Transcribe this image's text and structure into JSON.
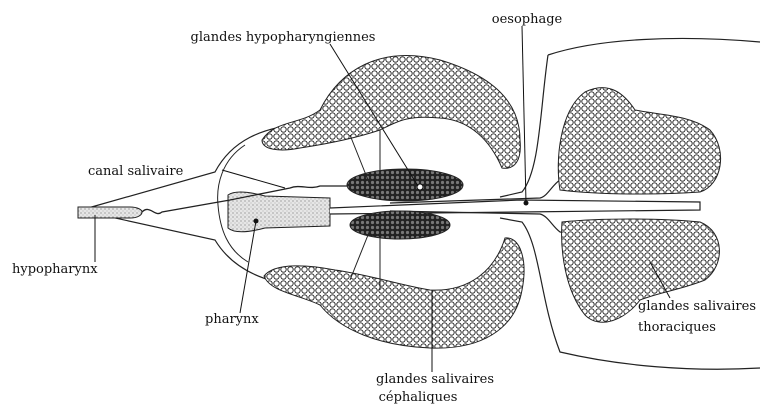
{
  "labels": {
    "glandes_hypopharyngiennes": "glandes hypopharyngiennes",
    "oesophage": "oesophage",
    "canal_salivaire": "canal salivaire",
    "hypopharynx": "hypopharynx",
    "pharynx": "pharynx",
    "glandes_salivaires_thoraciques_1": "glandes salivaires",
    "glandes_salivaires_thoraciques_2": "thoraciques",
    "glandes_salivaires_cephaliques_1": "glandes salivaires",
    "glandes_salivaires_cephaliques_2": "céphaliques"
  },
  "colors": {
    "ink": "#111111",
    "paper": "#ffffff"
  }
}
